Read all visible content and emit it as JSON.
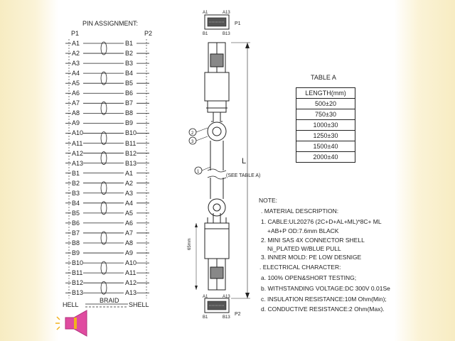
{
  "pin_assignment": {
    "title": "PIN ASSIGNMENT:",
    "p1_label": "P1",
    "p2_label": "P2",
    "rows": [
      {
        "left": "A1",
        "right": "B1"
      },
      {
        "left": "A2",
        "right": "B2"
      },
      {
        "left": "A3",
        "right": "B3"
      },
      {
        "left": "A4",
        "right": "B4"
      },
      {
        "left": "A5",
        "right": "B5"
      },
      {
        "left": "A6",
        "right": "B6"
      },
      {
        "left": "A7",
        "right": "B7"
      },
      {
        "left": "A8",
        "right": "B8"
      },
      {
        "left": "A9",
        "right": "B9"
      },
      {
        "left": "A10",
        "right": "B10"
      },
      {
        "left": "A11",
        "right": "B11"
      },
      {
        "left": "A12",
        "right": "B12"
      },
      {
        "left": "A13",
        "right": "B13"
      },
      {
        "left": "B1",
        "right": "A1"
      },
      {
        "left": "B2",
        "right": "A2"
      },
      {
        "left": "B3",
        "right": "A3"
      },
      {
        "left": "B4",
        "right": "A4"
      },
      {
        "left": "B5",
        "right": "A5"
      },
      {
        "left": "B6",
        "right": "A6"
      },
      {
        "left": "B7",
        "right": "A7"
      },
      {
        "left": "B8",
        "right": "A8"
      },
      {
        "left": "B9",
        "right": "A9"
      },
      {
        "left": "B10",
        "right": "A10"
      },
      {
        "left": "B11",
        "right": "A11"
      },
      {
        "left": "B12",
        "right": "A12"
      },
      {
        "left": "B13",
        "right": "A13"
      }
    ],
    "shell_left": "HELL",
    "braid": "BRAID",
    "shell_right": "SHELL"
  },
  "connector": {
    "top_a1": "A1",
    "top_a13": "A13",
    "top_b1": "B1",
    "top_b13": "B13",
    "p1": "P1",
    "p2": "P2",
    "bottom_a1": "A1",
    "bottom_a13": "A13",
    "bottom_b1": "B1",
    "bottom_b13": "B13",
    "callout_2": "2",
    "callout_3": "3",
    "callout_1": "1",
    "length_label": "L",
    "see_table": "(SEE TABLE A)",
    "dim_65": "65mm"
  },
  "table_a": {
    "title": "TABLE A",
    "header": "LENGTH(mm)",
    "rows": [
      "500±20",
      "750±30",
      "1000±30",
      "1250±30",
      "1500±40",
      "2000±40"
    ]
  },
  "notes": {
    "title": "NOTE:",
    "lines": [
      ". MATERIAL DESCRIPTION:",
      "1. CABLE:UL20276 (2C+D+AL+ML)*8C+ ML",
      "+AB+P OD:7.6mm BLACK",
      "2. MINI SAS 4X CONNECTOR SHELL",
      "Ni_PLATED W/BLUE PULL",
      "3. INNER MOLD: PE LOW DESNIGE",
      ". ELECTRICAL CHARACTER:",
      "a. 100% OPEN&SHORT TESTING;",
      "b. WITHSTANDING VOLTAGE:DC 300V 0.01Se",
      "c. INSULATION RESISTANCE:10M Ohm(Min);",
      "d. CONDUCTIVE RESISTANCE:2 Ohm(Max)."
    ]
  },
  "colors": {
    "background_stripe": "#f7ecc2",
    "line": "#222222",
    "speaker_fill": "#e04ba0",
    "speaker_accent": "#f2b21c"
  },
  "icons": {
    "speaker": "speaker-icon"
  }
}
